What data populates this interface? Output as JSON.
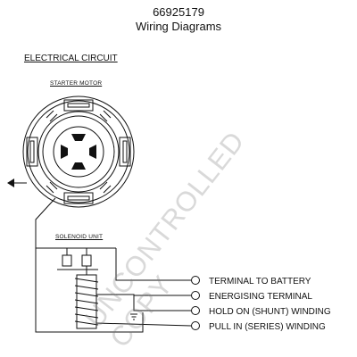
{
  "header": {
    "doc_number": "66925179",
    "title": "Wiring Diagrams"
  },
  "section_title": "ELECTRICAL CIRCUIT",
  "components": {
    "starter_motor_label": "STARTER MOTOR",
    "solenoid_unit_label": "SOLENOID UNIT"
  },
  "terminals": [
    {
      "label": "TERMINAL TO BATTERY"
    },
    {
      "label": "ENERGISING TERMINAL"
    },
    {
      "label": "HOLD ON (SHUNT) WINDING"
    },
    {
      "label": "PULL IN (SERIES) WINDING"
    }
  ],
  "watermark": "UNCONTROLLED COPY"
}
